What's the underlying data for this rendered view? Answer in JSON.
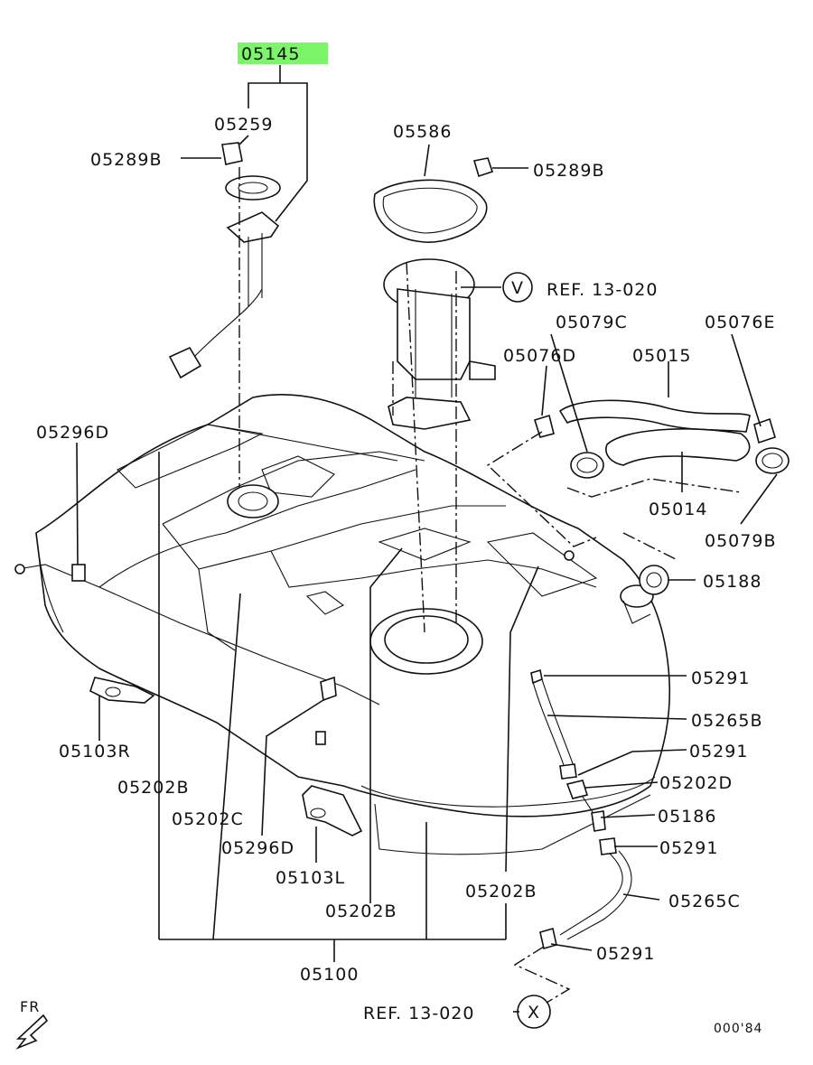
{
  "highlight_color": "#7CF56A",
  "labels": {
    "l05145": "05145",
    "l05259": "05259",
    "l05289B_a": "05289B",
    "l05586": "05586",
    "l05289B_b": "05289B",
    "refV": "REF. 13-020",
    "circV": "V",
    "l05079C": "05079C",
    "l05076E": "05076E",
    "l05076D": "05076D",
    "l05015": "05015",
    "l05296D_a": "05296D",
    "l05014": "05014",
    "l05079B": "05079B",
    "l05188": "05188",
    "l05291_a": "05291",
    "l05265B": "05265B",
    "l05103R": "05103R",
    "l05291_b": "05291",
    "l05202B_a": "05202B",
    "l05202D": "05202D",
    "l05202C": "05202C",
    "l05186": "05186",
    "l05296D_b": "05296D",
    "l05291_c": "05291",
    "l05103L": "05103L",
    "l05202B_b": "05202B",
    "l05202B_c": "05202B",
    "l05265C": "05265C",
    "l05291_d": "05291",
    "l05100": "05100",
    "refX": "REF. 13-020",
    "circX": "X",
    "fr": "FR",
    "code": "000'84"
  }
}
